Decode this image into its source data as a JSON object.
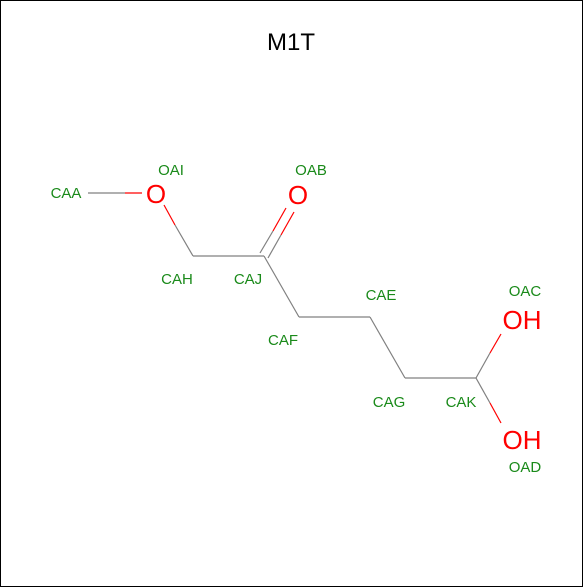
{
  "title": "M1T",
  "colors": {
    "carbon_bond": "#808080",
    "oxygen": "#ff0000",
    "label": "#1a8a1a",
    "frame": "#000000",
    "background": "#ffffff"
  },
  "atoms": {
    "CAA": {
      "name": "CAA"
    },
    "OAI": {
      "name": "OAI",
      "symbol": "O"
    },
    "CAH": {
      "name": "CAH"
    },
    "CAJ": {
      "name": "CAJ"
    },
    "OAB": {
      "name": "OAB",
      "symbol": "O"
    },
    "CAF": {
      "name": "CAF"
    },
    "CAE": {
      "name": "CAE"
    },
    "CAG": {
      "name": "CAG"
    },
    "CAK": {
      "name": "CAK"
    },
    "OAC": {
      "name": "OAC",
      "symbol": "OH"
    },
    "OAD": {
      "name": "OAD",
      "symbol": "OH"
    }
  }
}
